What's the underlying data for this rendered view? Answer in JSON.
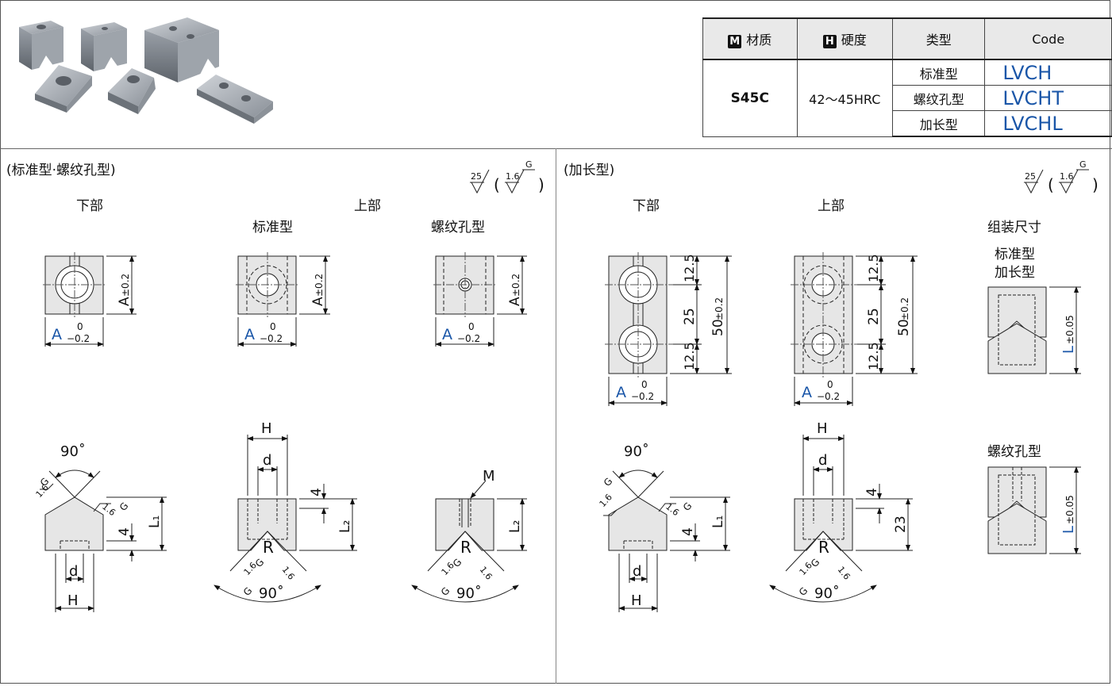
{
  "table": {
    "col_material": "材质",
    "col_material_badge": "M",
    "col_hardness": "硬度",
    "col_hardness_badge": "H",
    "col_type": "类型",
    "col_code": "Code",
    "material": "S45C",
    "hardness": "42～45HRC",
    "rows": [
      {
        "type": "标准型",
        "code": "LVCH"
      },
      {
        "type": "螺纹孔型",
        "code": "LVCHT"
      },
      {
        "type": "加长型",
        "code": "LVCHL"
      }
    ]
  },
  "left": {
    "title": "(标准型·螺纹孔型)",
    "lower": "下部",
    "upper": "上部",
    "standard": "标准型",
    "threaded": "螺纹孔型"
  },
  "right": {
    "title": "(加长型)",
    "lower": "下部",
    "upper": "上部",
    "assembly": "组装尺寸",
    "assembly_std1": "标准型",
    "assembly_std2": "加长型",
    "assembly_thr": "螺纹孔型"
  },
  "finish": {
    "main": "25",
    "sub": "1.6",
    "sub_mark": "G",
    "open": "(",
    "close": ")"
  },
  "dims": {
    "A": "A",
    "tol_zero": "0",
    "tol_neg": "−0.2",
    "tol_pm": "±0.2",
    "tol_pm_L": "±0.05",
    "L": "L",
    "H": "H",
    "d": "d",
    "R": "R",
    "M": "M",
    "L1": "L₁",
    "L2": "L₂",
    "four": "4",
    "angle": "90˚",
    "g_mark": "G",
    "rough": "1.6",
    "d125": "12.5",
    "d25": "25",
    "d50": "50",
    "d23": "23"
  },
  "colors": {
    "accent": "#1a56a8",
    "part_fill": "#e6e6e6",
    "part_stroke": "#222"
  }
}
